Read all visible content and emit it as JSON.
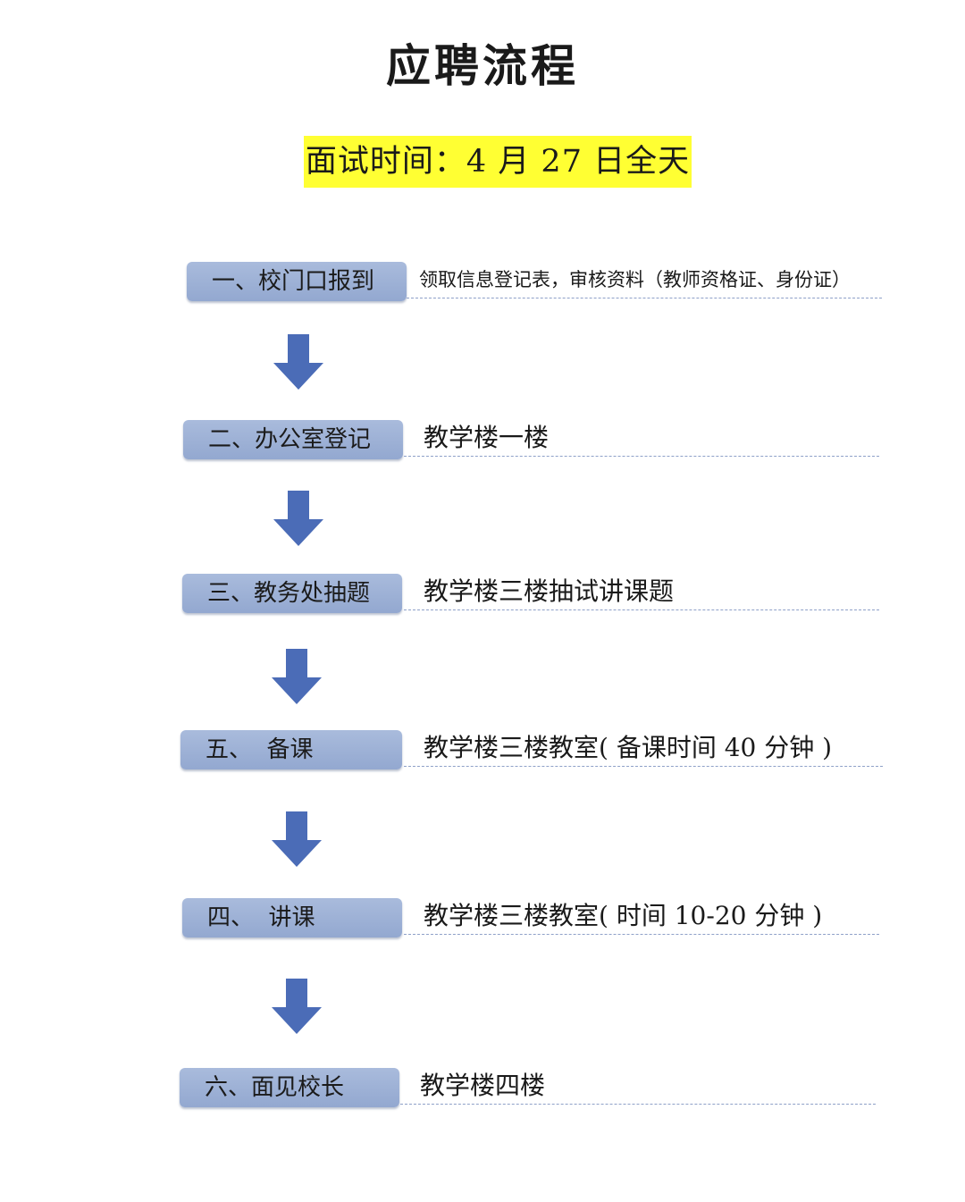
{
  "title": "应聘流程",
  "interview_time": "面试时间：4 月 27 日全天",
  "colors": {
    "step_box": "#9db1d6",
    "arrow": "#4b6cb7",
    "highlight": "#ffff33",
    "dash": "#8ea0c8"
  },
  "steps": [
    {
      "label": "一、校门口报到",
      "desc": "领取信息登记表，审核资料（教师资格证、身份证）"
    },
    {
      "label": "二、办公室登记",
      "desc": "教学楼一楼"
    },
    {
      "label": "三、教务处抽题",
      "desc": "教学楼三楼抽试讲课题"
    },
    {
      "label": "五、  备课",
      "desc": "教学楼三楼教室( 备课时间 40 分钟 )"
    },
    {
      "label": "四、  讲课",
      "desc": "教学楼三楼教室( 时间 10-20 分钟 )"
    },
    {
      "label": "六、面见校长",
      "desc": "教学楼四楼"
    }
  ]
}
